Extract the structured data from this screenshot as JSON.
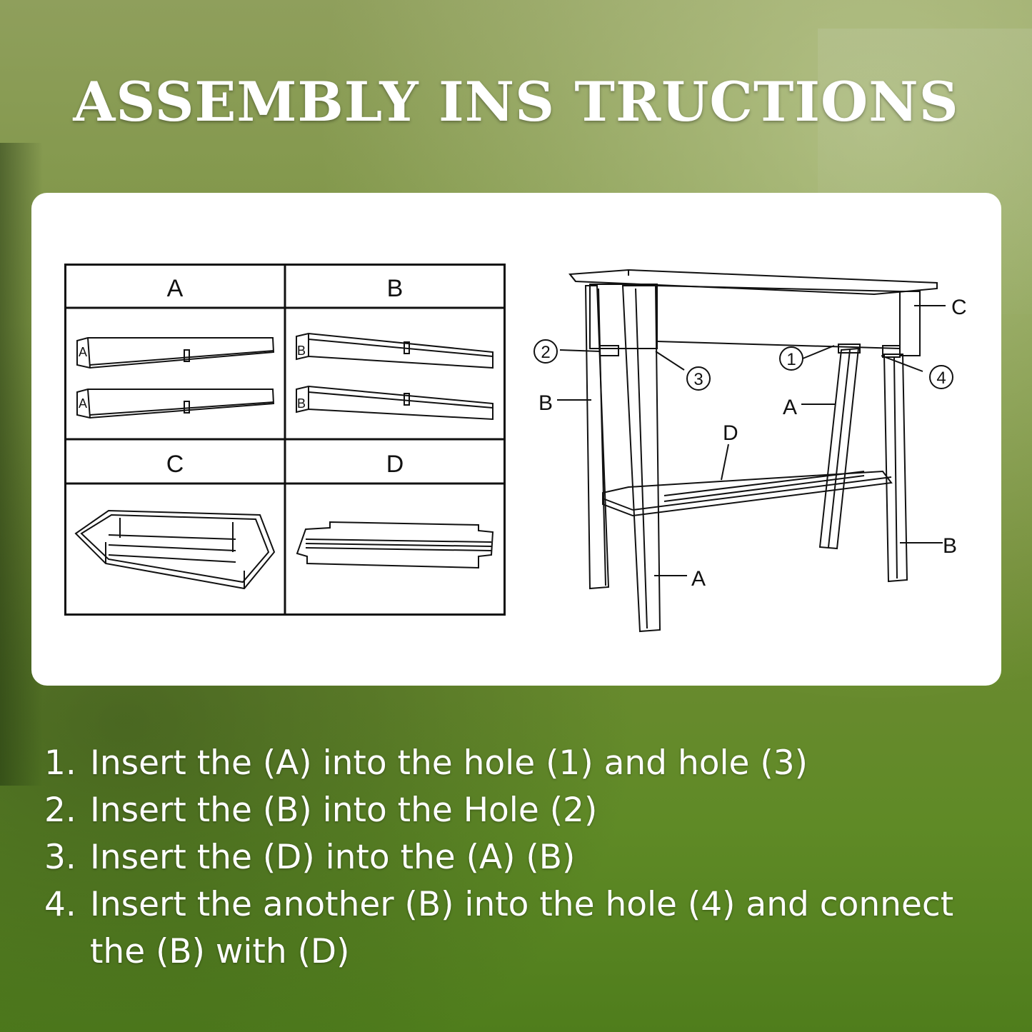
{
  "title": "ASSEMBLY INS TRUCTIONS",
  "parts": [
    {
      "label": "A",
      "piece_marks": [
        "A",
        "A"
      ]
    },
    {
      "label": "B",
      "piece_marks": [
        "B",
        "B"
      ]
    },
    {
      "label": "C"
    },
    {
      "label": "D"
    }
  ],
  "diagram_labels": {
    "hole_1": "1",
    "hole_2": "2",
    "hole_3": "3",
    "hole_4": "4",
    "part_c": "C",
    "part_b_left": "B",
    "part_a_right": "A",
    "part_d": "D",
    "part_b_right": "B",
    "part_a_front": "A"
  },
  "steps": [
    {
      "number": "1.",
      "text": "Insert the (A) into the hole (1) and hole (3)"
    },
    {
      "number": "2.",
      "text": "Insert the (B) into the Hole (2)"
    },
    {
      "number": "3.",
      "text": "Insert the (D) into the (A) (B)"
    },
    {
      "number": "4.",
      "text": "Insert the another (B) into the hole (4) and connect the (B) with (D)"
    }
  ]
}
